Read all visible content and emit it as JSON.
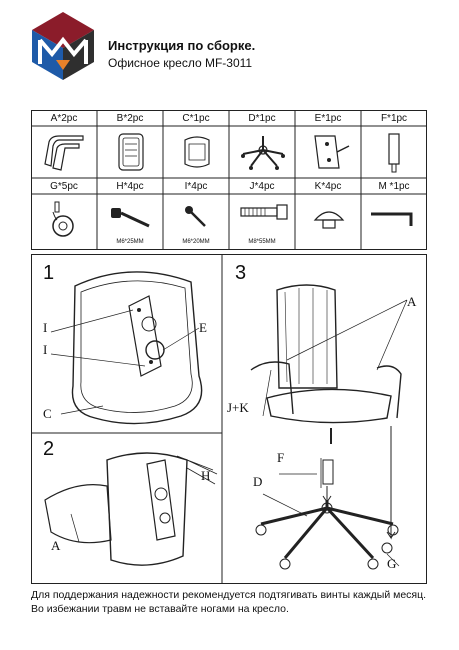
{
  "header": {
    "title": "Инструкция по сборке.",
    "subtitle": "Офисное кресло MF-3011"
  },
  "logo": {
    "icon": "brand-logo-icon",
    "colors": [
      "#8b1c2a",
      "#1e5aa8",
      "#2f2f2f",
      "#e8812a"
    ]
  },
  "parts": [
    {
      "label": "A*2pc",
      "icon": "armrest-icon"
    },
    {
      "label": "B*2pc",
      "icon": "back-cover-icon"
    },
    {
      "label": "C*1pc",
      "icon": "seat-cover-icon"
    },
    {
      "label": "D*1pc",
      "icon": "star-base-icon"
    },
    {
      "label": "E*1pc",
      "icon": "tilt-mechanism-icon"
    },
    {
      "label": "F*1pc",
      "icon": "gas-lift-icon"
    },
    {
      "label": "G*5pc",
      "icon": "caster-icon"
    },
    {
      "label": "H*4pc",
      "icon": "long-screw-icon",
      "size": "M6*25MM"
    },
    {
      "label": "I*4pc",
      "icon": "short-screw-icon",
      "size": "M6*20MM"
    },
    {
      "label": "J*4pc",
      "icon": "bolt-icon",
      "size": "M8*55MM"
    },
    {
      "label": "K*4pc",
      "icon": "cap-icon"
    },
    {
      "label": "M *1pc",
      "icon": "hex-key-icon"
    }
  ],
  "steps": {
    "s1": {
      "num": "1",
      "labels": [
        "I",
        "I",
        "E",
        "C"
      ]
    },
    "s2": {
      "num": "2",
      "labels": [
        "H",
        "A"
      ]
    },
    "s3": {
      "num": "3",
      "labels": [
        "A",
        "J+K",
        "F",
        "D",
        "G"
      ]
    }
  },
  "footer": {
    "line1": "Для поддержания надежности рекомендуется подтягивать винты каждый месяц.",
    "line2": "Во избежании травм не вставайте ногами на кресло."
  }
}
